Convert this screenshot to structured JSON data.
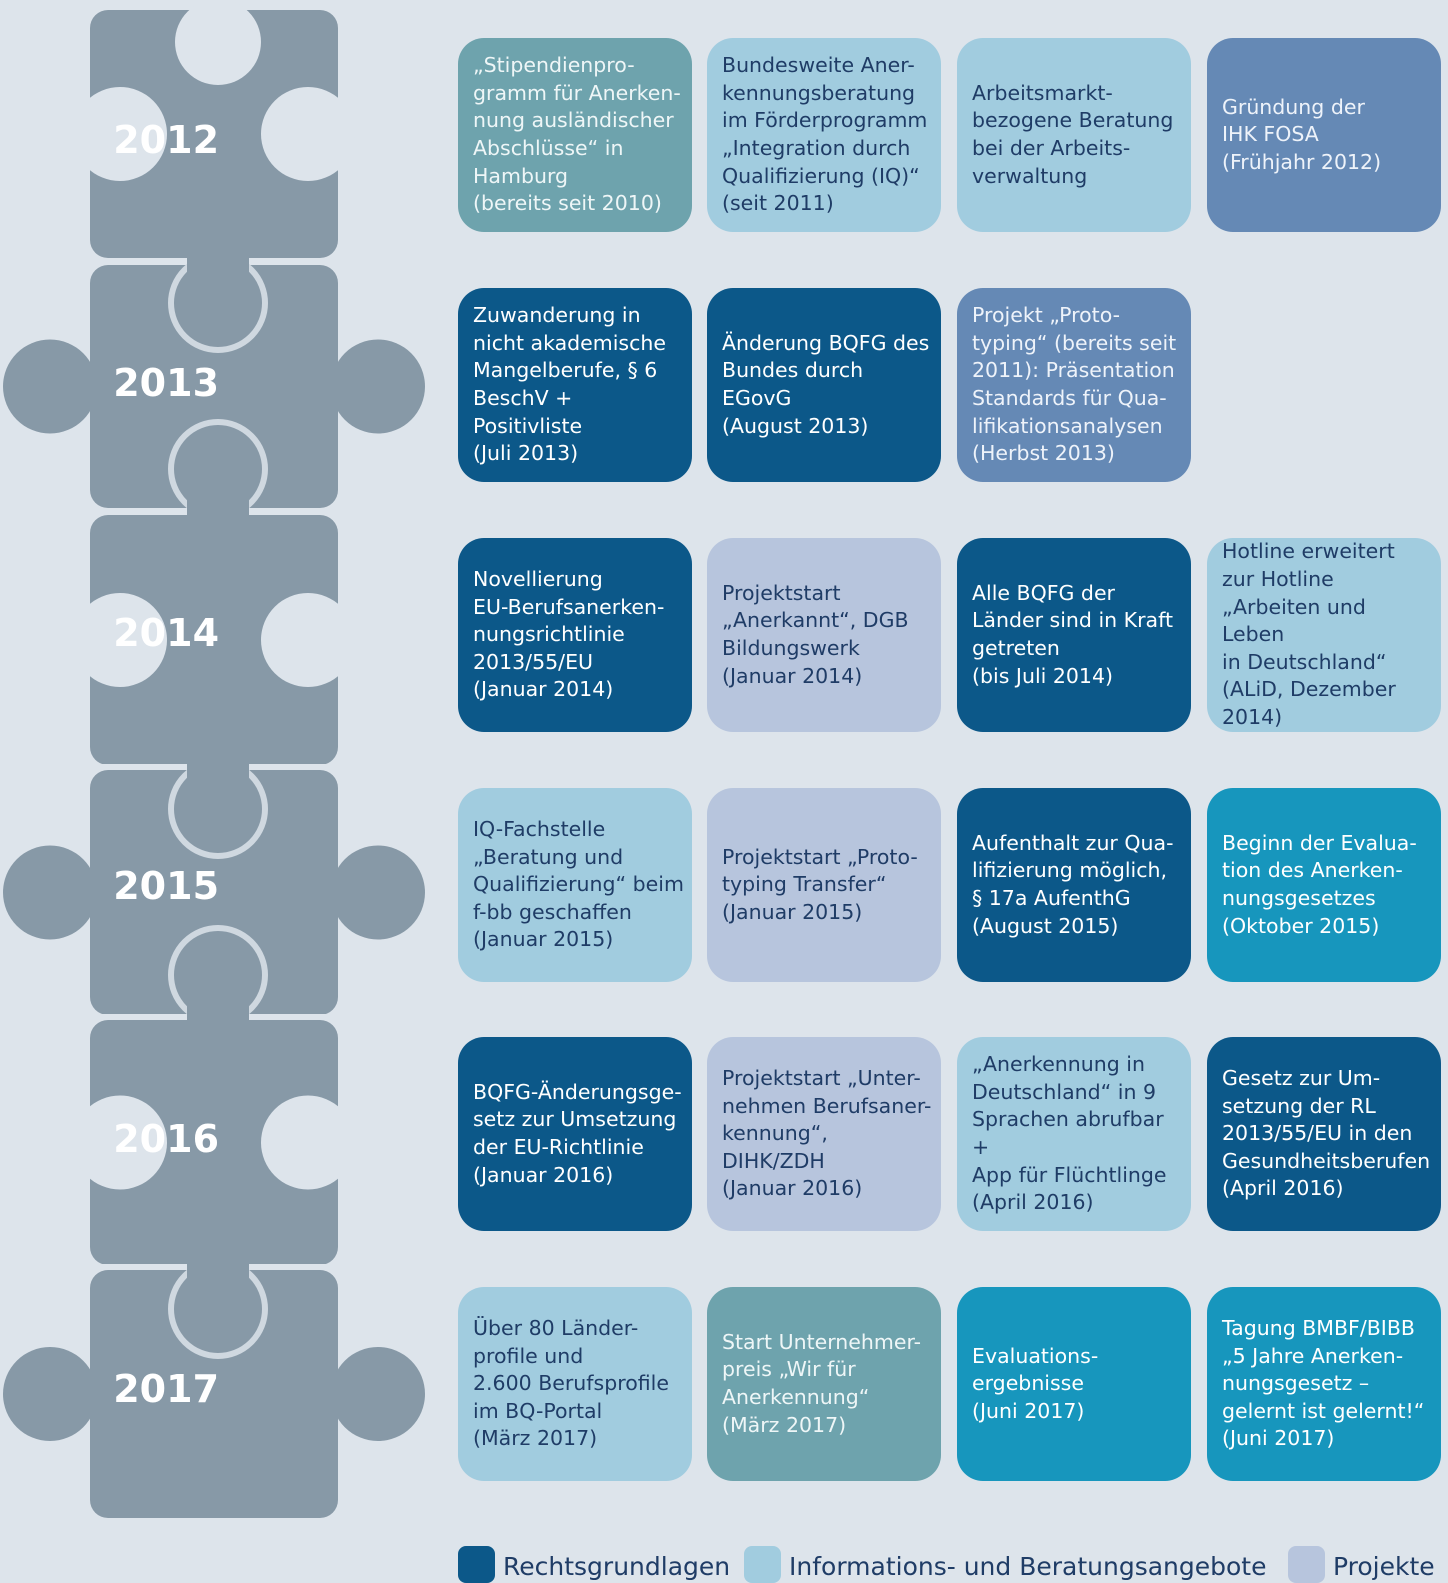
{
  "colors": {
    "puzzle": "#8799a7",
    "background": "#dde4eb",
    "rechtsgrundlagen": "#0c5889",
    "informationsangebote": "#a1ccdf",
    "projekte": "#b7c5dd",
    "steel": "#6ea3ad",
    "blue": "#6589b5",
    "cyan": "#1796bd"
  },
  "years": [
    "2012",
    "2013",
    "2014",
    "2015",
    "2016",
    "2017"
  ],
  "rows": [
    {
      "cards": [
        {
          "text": "„Stipendienpro-\ngramm für Anerken-\nnung ausländischer\nAbschlüsse“ in\nHamburg\n(bereits seit 2010)",
          "style": "steel"
        },
        {
          "text": "Bundesweite Aner-\nkennungsberatung\nim Förderprogramm\n„Integration durch\nQualifizierung (IQ)“\n(seit 2011)",
          "style": "info"
        },
        {
          "text": "Arbeitsmarkt-\nbezogene Beratung\nbei der Arbeits-\nverwaltung",
          "style": "info"
        },
        {
          "text": "Gründung der\nIHK FOSA\n(Frühjahr 2012)",
          "style": "blue"
        }
      ]
    },
    {
      "cards": [
        {
          "text": "Zuwanderung in\nnicht akademische\nMangelberufe, § 6\nBeschV + Positivliste\n(Juli 2013)",
          "style": "recht"
        },
        {
          "text": "Änderung BQFG des\nBundes durch EGovG\n(August 2013)",
          "style": "recht"
        },
        {
          "text": "Projekt „Proto-\ntyping“ (bereits seit\n2011): Präsentation\nStandards für Qua-\nlifikationsanalysen\n(Herbst 2013)",
          "style": "blue"
        }
      ]
    },
    {
      "cards": [
        {
          "text": "Novellierung\nEU-Berufsanerken-\nnungsrichtlinie\n2013/55/EU\n(Januar 2014)",
          "style": "recht"
        },
        {
          "text": "Projektstart\n„Anerkannt“, DGB\nBildungswerk\n(Januar 2014)",
          "style": "proj"
        },
        {
          "text": "Alle BQFG der\nLänder sind in Kraft\ngetreten\n(bis Juli 2014)",
          "style": "recht"
        },
        {
          "text": "Hotline erweitert\nzur Hotline\n„Arbeiten und Leben\nin Deutschland“\n(ALiD, Dezember\n2014)",
          "style": "info"
        }
      ]
    },
    {
      "cards": [
        {
          "text": "IQ-Fachstelle\n„Beratung und\nQualifizierung“ beim\nf-bb geschaffen\n(Januar 2015)",
          "style": "info"
        },
        {
          "text": "Projektstart „Proto-\ntyping Transfer“\n(Januar 2015)",
          "style": "proj"
        },
        {
          "text": "Aufenthalt zur Qua-\nlifizierung möglich,\n§ 17a AufenthG\n(August 2015)",
          "style": "recht"
        },
        {
          "text": "Beginn der Evalua-\ntion des Anerken-\nnungsgesetzes\n(Oktober 2015)",
          "style": "cyan"
        }
      ]
    },
    {
      "cards": [
        {
          "text": "BQFG-Änderungsge-\nsetz zur Umsetzung\nder EU-Richtlinie\n(Januar 2016)",
          "style": "recht"
        },
        {
          "text": "Projektstart „Unter-\nnehmen Berufsaner-\nkennung“, DIHK/ZDH\n(Januar 2016)",
          "style": "proj"
        },
        {
          "text": "„Anerkennung in\nDeutschland“ in 9\nSprachen abrufbar +\nApp für Flüchtlinge\n(April 2016)",
          "style": "info"
        },
        {
          "text": "Gesetz zur Um-\nsetzung der RL\n2013/55/EU in den\nGesundheitsberufen\n(April 2016)",
          "style": "recht"
        }
      ]
    },
    {
      "cards": [
        {
          "text": "Über 80 Länder-\nprofile und\n2.600 Berufsprofile\nim BQ-Portal\n(März 2017)",
          "style": "info"
        },
        {
          "text": "Start Unternehmer-\npreis „Wir für\nAnerkennung“\n(März 2017)",
          "style": "steel"
        },
        {
          "text": "Evaluations-\nergebnisse\n(Juni 2017)",
          "style": "cyan"
        },
        {
          "text": "Tagung BMBF/BIBB\n„5 Jahre Anerken-\nnungsgesetz –\ngelernt ist gelernt!“\n(Juni 2017)",
          "style": "cyan"
        }
      ]
    }
  ],
  "legend": {
    "rechtsgrundlagen": "Rechtsgrundlagen",
    "informationsangebote": "Informations- und Beratungsangebote",
    "projekte": "Projekte"
  }
}
